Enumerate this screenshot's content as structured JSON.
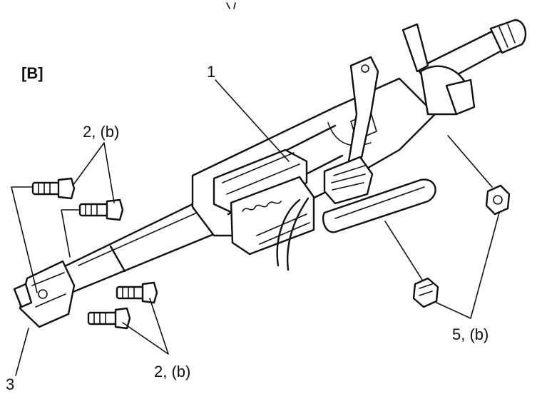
{
  "figure": {
    "section_label": "[B]",
    "callouts": {
      "column": "1",
      "bolts_upper_left": "2, (b)",
      "bolts_lower": "2, (b)",
      "joint": "3",
      "nuts_right": "5, (b)"
    }
  },
  "icons": {
    "bolt": "hex-bolt-icon",
    "nut": "hex-nut-icon"
  },
  "colors": {
    "ink": "#111111",
    "paper": "#ffffff"
  }
}
